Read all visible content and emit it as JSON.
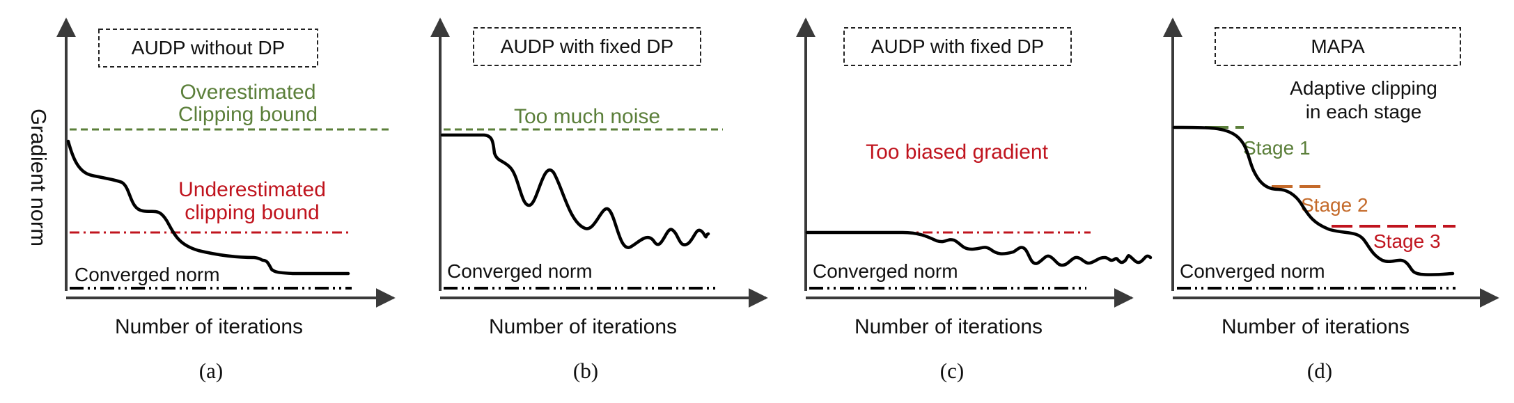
{
  "y_axis_label": "Gradient norm",
  "x_axis_label": "Number of iterations",
  "colors": {
    "axis": "#3a3a3a",
    "curve": "#000000",
    "green": "#5b7f3a",
    "red": "#c0141e",
    "orange": "#c46a2a",
    "box_border": "#222222"
  },
  "panels": {
    "a": {
      "title": "AUDP without DP",
      "caption": "(a)",
      "green_label_1": "Overestimated",
      "green_label_2": "Clipping bound",
      "red_label_1": "Underestimated",
      "red_label_2": "clipping bound",
      "converged_label": "Converged norm"
    },
    "b": {
      "title": "AUDP with fixed DP",
      "caption": "(b)",
      "green_label": "Too much noise",
      "converged_label": "Converged norm"
    },
    "c": {
      "title": "AUDP with fixed DP",
      "caption": "(c)",
      "red_label": "Too biased gradient",
      "converged_label": "Converged norm"
    },
    "d": {
      "title": "MAPA",
      "caption": "(d)",
      "note_1": "Adaptive clipping",
      "note_2": "in each stage",
      "stage_1": "Stage 1",
      "stage_2": "Stage 2",
      "stage_3": "Stage 3",
      "converged_label": "Converged norm"
    }
  }
}
